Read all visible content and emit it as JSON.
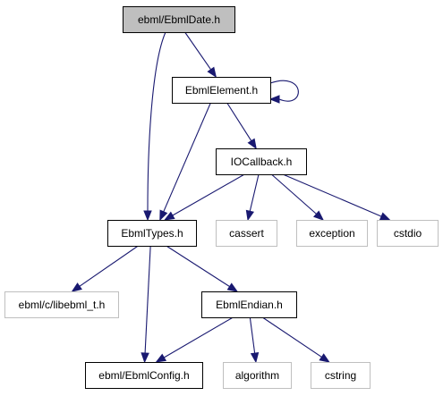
{
  "colors": {
    "edge": "#191970",
    "node_border": "#000000",
    "external_border": "#bfbfbf",
    "highlight_fill": "#bfbfbf",
    "background": "#ffffff"
  },
  "nodes": [
    {
      "id": "ebmldate",
      "label": "ebml/EbmlDate.h",
      "kind": "highlight"
    },
    {
      "id": "ebmlelement",
      "label": "EbmlElement.h",
      "kind": "internal"
    },
    {
      "id": "iocallback",
      "label": "IOCallback.h",
      "kind": "internal"
    },
    {
      "id": "ebmltypes",
      "label": "EbmlTypes.h",
      "kind": "internal"
    },
    {
      "id": "cassert",
      "label": "cassert",
      "kind": "external"
    },
    {
      "id": "exception",
      "label": "exception",
      "kind": "external"
    },
    {
      "id": "cstdio",
      "label": "cstdio",
      "kind": "external"
    },
    {
      "id": "libebml_t",
      "label": "ebml/c/libebml_t.h",
      "kind": "external"
    },
    {
      "id": "ebmlendian",
      "label": "EbmlEndian.h",
      "kind": "internal"
    },
    {
      "id": "ebmlconfig",
      "label": "ebml/EbmlConfig.h",
      "kind": "internal"
    },
    {
      "id": "algorithm",
      "label": "algorithm",
      "kind": "external"
    },
    {
      "id": "cstring",
      "label": "cstring",
      "kind": "external"
    }
  ],
  "edges": [
    {
      "from": "ebmldate",
      "to": "ebmlelement"
    },
    {
      "from": "ebmldate",
      "to": "ebmltypes"
    },
    {
      "from": "ebmlelement",
      "to": "ebmlelement"
    },
    {
      "from": "ebmlelement",
      "to": "iocallback"
    },
    {
      "from": "ebmlelement",
      "to": "ebmltypes"
    },
    {
      "from": "iocallback",
      "to": "ebmltypes"
    },
    {
      "from": "iocallback",
      "to": "cassert"
    },
    {
      "from": "iocallback",
      "to": "exception"
    },
    {
      "from": "iocallback",
      "to": "cstdio"
    },
    {
      "from": "ebmltypes",
      "to": "libebml_t"
    },
    {
      "from": "ebmltypes",
      "to": "ebmlendian"
    },
    {
      "from": "ebmltypes",
      "to": "ebmlconfig"
    },
    {
      "from": "ebmlendian",
      "to": "ebmlconfig"
    },
    {
      "from": "ebmlendian",
      "to": "algorithm"
    },
    {
      "from": "ebmlendian",
      "to": "cstring"
    }
  ]
}
